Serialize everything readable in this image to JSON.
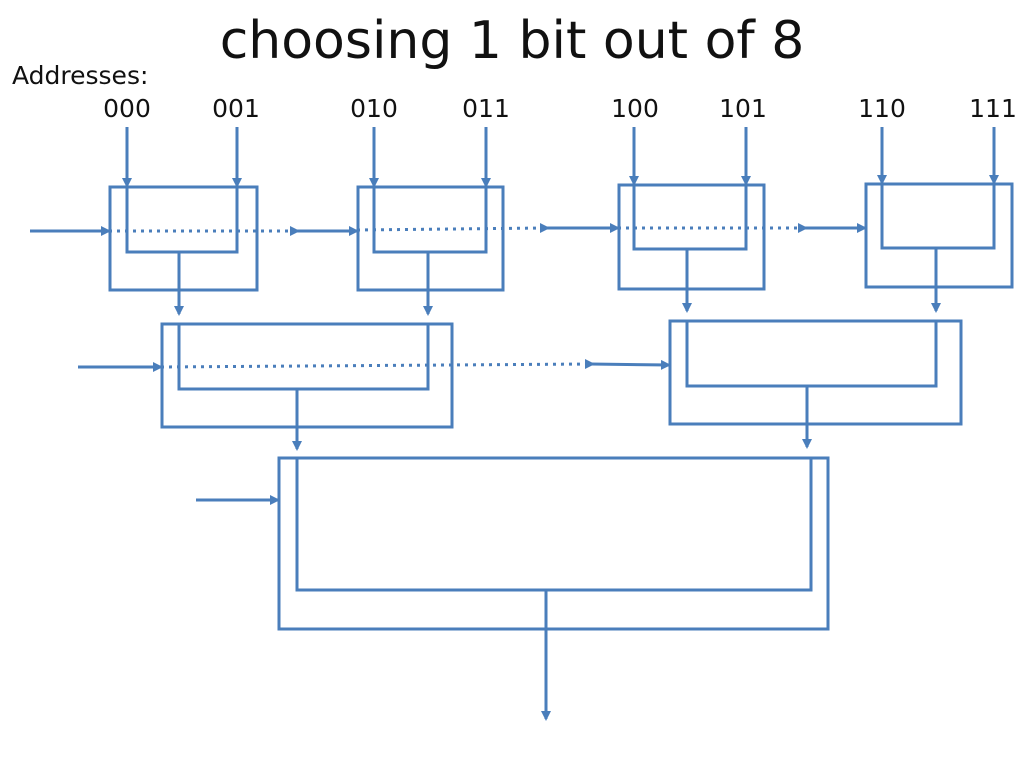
{
  "title": "choosing 1 bit out of 8",
  "addresses_label": "Addresses:",
  "addresses": [
    "000",
    "001",
    "010",
    "011",
    "100",
    "101",
    "110",
    "111"
  ],
  "colors": {
    "line": "#4a7ebb",
    "text": "#111111",
    "background": "#ffffff"
  }
}
